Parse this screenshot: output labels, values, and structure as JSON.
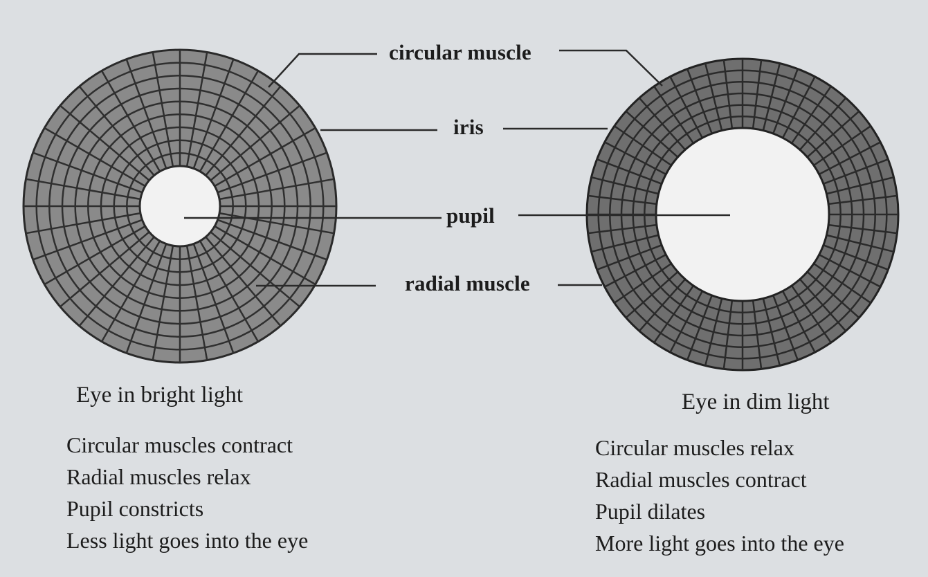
{
  "labels": {
    "circular_muscle": "circular muscle",
    "iris": "iris",
    "pupil": "pupil",
    "radial_muscle": "radial muscle"
  },
  "bright": {
    "caption": "Eye in bright light",
    "notes": [
      "Circular muscles contract",
      "Radial muscles relax",
      "Pupil constricts",
      "Less light goes into the eye"
    ]
  },
  "dim": {
    "caption": "Eye in dim light",
    "notes": [
      "Circular muscles relax",
      "Radial muscles contract",
      "Pupil dilates",
      "More light goes into the eye"
    ]
  },
  "colors": {
    "background": "#dcdfe2",
    "iris_fill": "#8a8a8a",
    "iris_fill_dim": "#6f6f6f",
    "line": "#2a2a2a",
    "pupil": "#f2f2f2"
  }
}
